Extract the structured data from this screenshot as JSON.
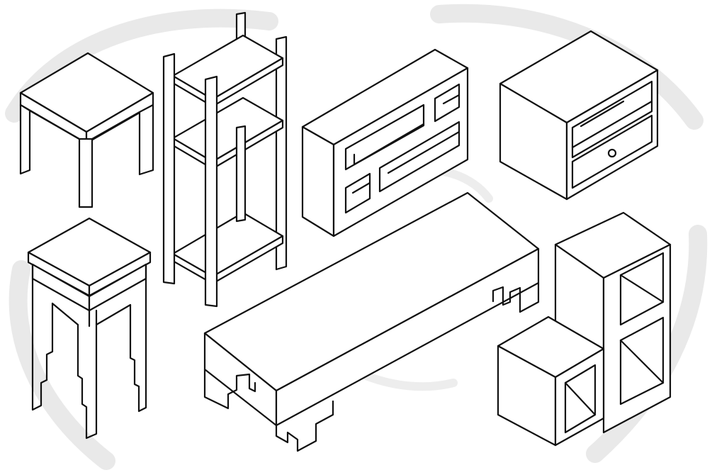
{
  "scene": {
    "subject": "isometric-furniture-line-art",
    "ink_color": "#111111",
    "background_color": "#ffffff",
    "watermark_color": "#e9e9e9",
    "items": [
      "side-table",
      "tall-shelf",
      "open-cubby-cabinet",
      "nightstand-with-drawer",
      "tall-stool",
      "low-coffee-table",
      "l-shaped-cube-shelf"
    ]
  }
}
